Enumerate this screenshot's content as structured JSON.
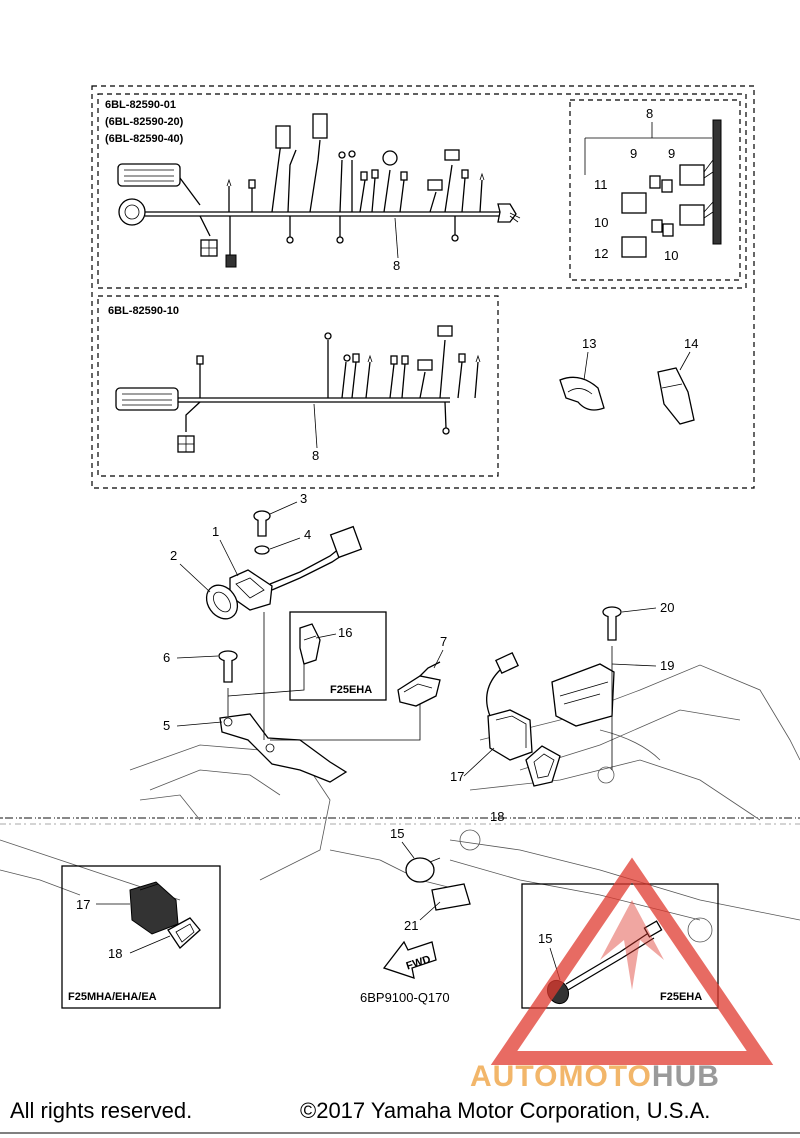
{
  "groups": {
    "harness_a": [
      "6BL-82590-01",
      "(6BL-82590-20)",
      "(6BL-82590-40)"
    ],
    "harness_b": "6BL-82590-10"
  },
  "callouts": {
    "c1": "1",
    "c2": "2",
    "c3": "3",
    "c4": "4",
    "c5": "5",
    "c6": "6",
    "c7": "7",
    "c8a": "8",
    "c8b": "8",
    "c8c": "8",
    "c9a": "9",
    "c9b": "9",
    "c10a": "10",
    "c10b": "10",
    "c11": "11",
    "c12": "12",
    "c13": "13",
    "c14": "14",
    "c15a": "15",
    "c15b": "15",
    "c16": "16",
    "c17a": "17",
    "c17b": "17",
    "c18a": "18",
    "c18b": "18",
    "c19": "19",
    "c20": "20",
    "c21": "21"
  },
  "variants": {
    "f25eha_clip": "F25EHA",
    "inset_17_18": "F25MHA/EHA/EA",
    "inset_15": "F25EHA"
  },
  "fwd_label": "FWD",
  "drawing_code": "6BP9100-Q170",
  "footer": {
    "rights": "All rights reserved.",
    "copyright": "©2017 Yamaha Motor Corporation, U.S.A."
  },
  "watermark": {
    "part1": "AUTOMOTO",
    "part2": "HUB",
    "color1": "#f2b66a",
    "color2": "#9a9a9a",
    "logo_color": "#e03a2f"
  }
}
